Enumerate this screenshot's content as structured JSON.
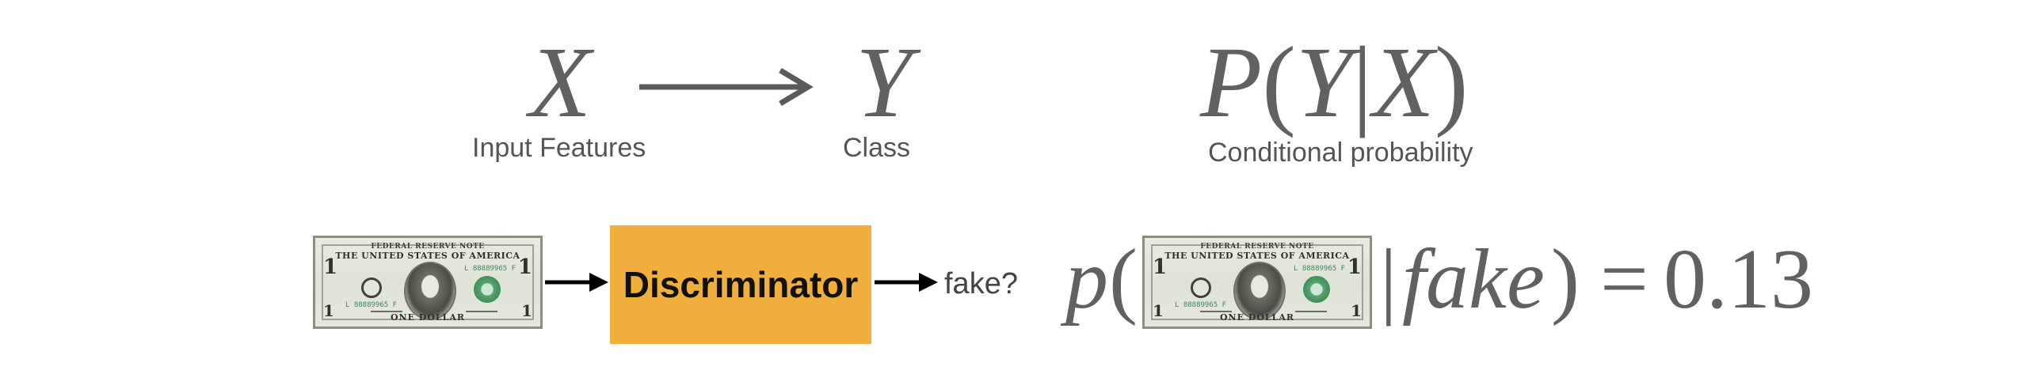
{
  "top": {
    "x_symbol": "X",
    "x_label": "Input Features",
    "y_symbol": "Y",
    "y_label": "Class",
    "prob_expr": "P(Y|X)",
    "prob_parts": {
      "p": "P",
      "open": "(",
      "y": "Y",
      "bar": "|",
      "x": "X",
      "close": ")"
    },
    "prob_label": "Conditional probability"
  },
  "bottom": {
    "discriminator_label": "Discriminator",
    "output_label": "fake?",
    "equation": {
      "p": "p",
      "open": "(",
      "bar": "|",
      "word": "fake",
      "close": ")",
      "equals": "=",
      "value": "0.13"
    }
  },
  "bill": {
    "banner_small": "FEDERAL RESERVE NOTE",
    "banner": "THE UNITED STATES OF AMERICA",
    "bottom": "ONE DOLLAR",
    "corner": "1",
    "serial": "L 88889965 F",
    "district": "L"
  },
  "colors": {
    "ink": "#5a5a5a",
    "box": "#f0ae3c",
    "arrow": "#000000"
  }
}
